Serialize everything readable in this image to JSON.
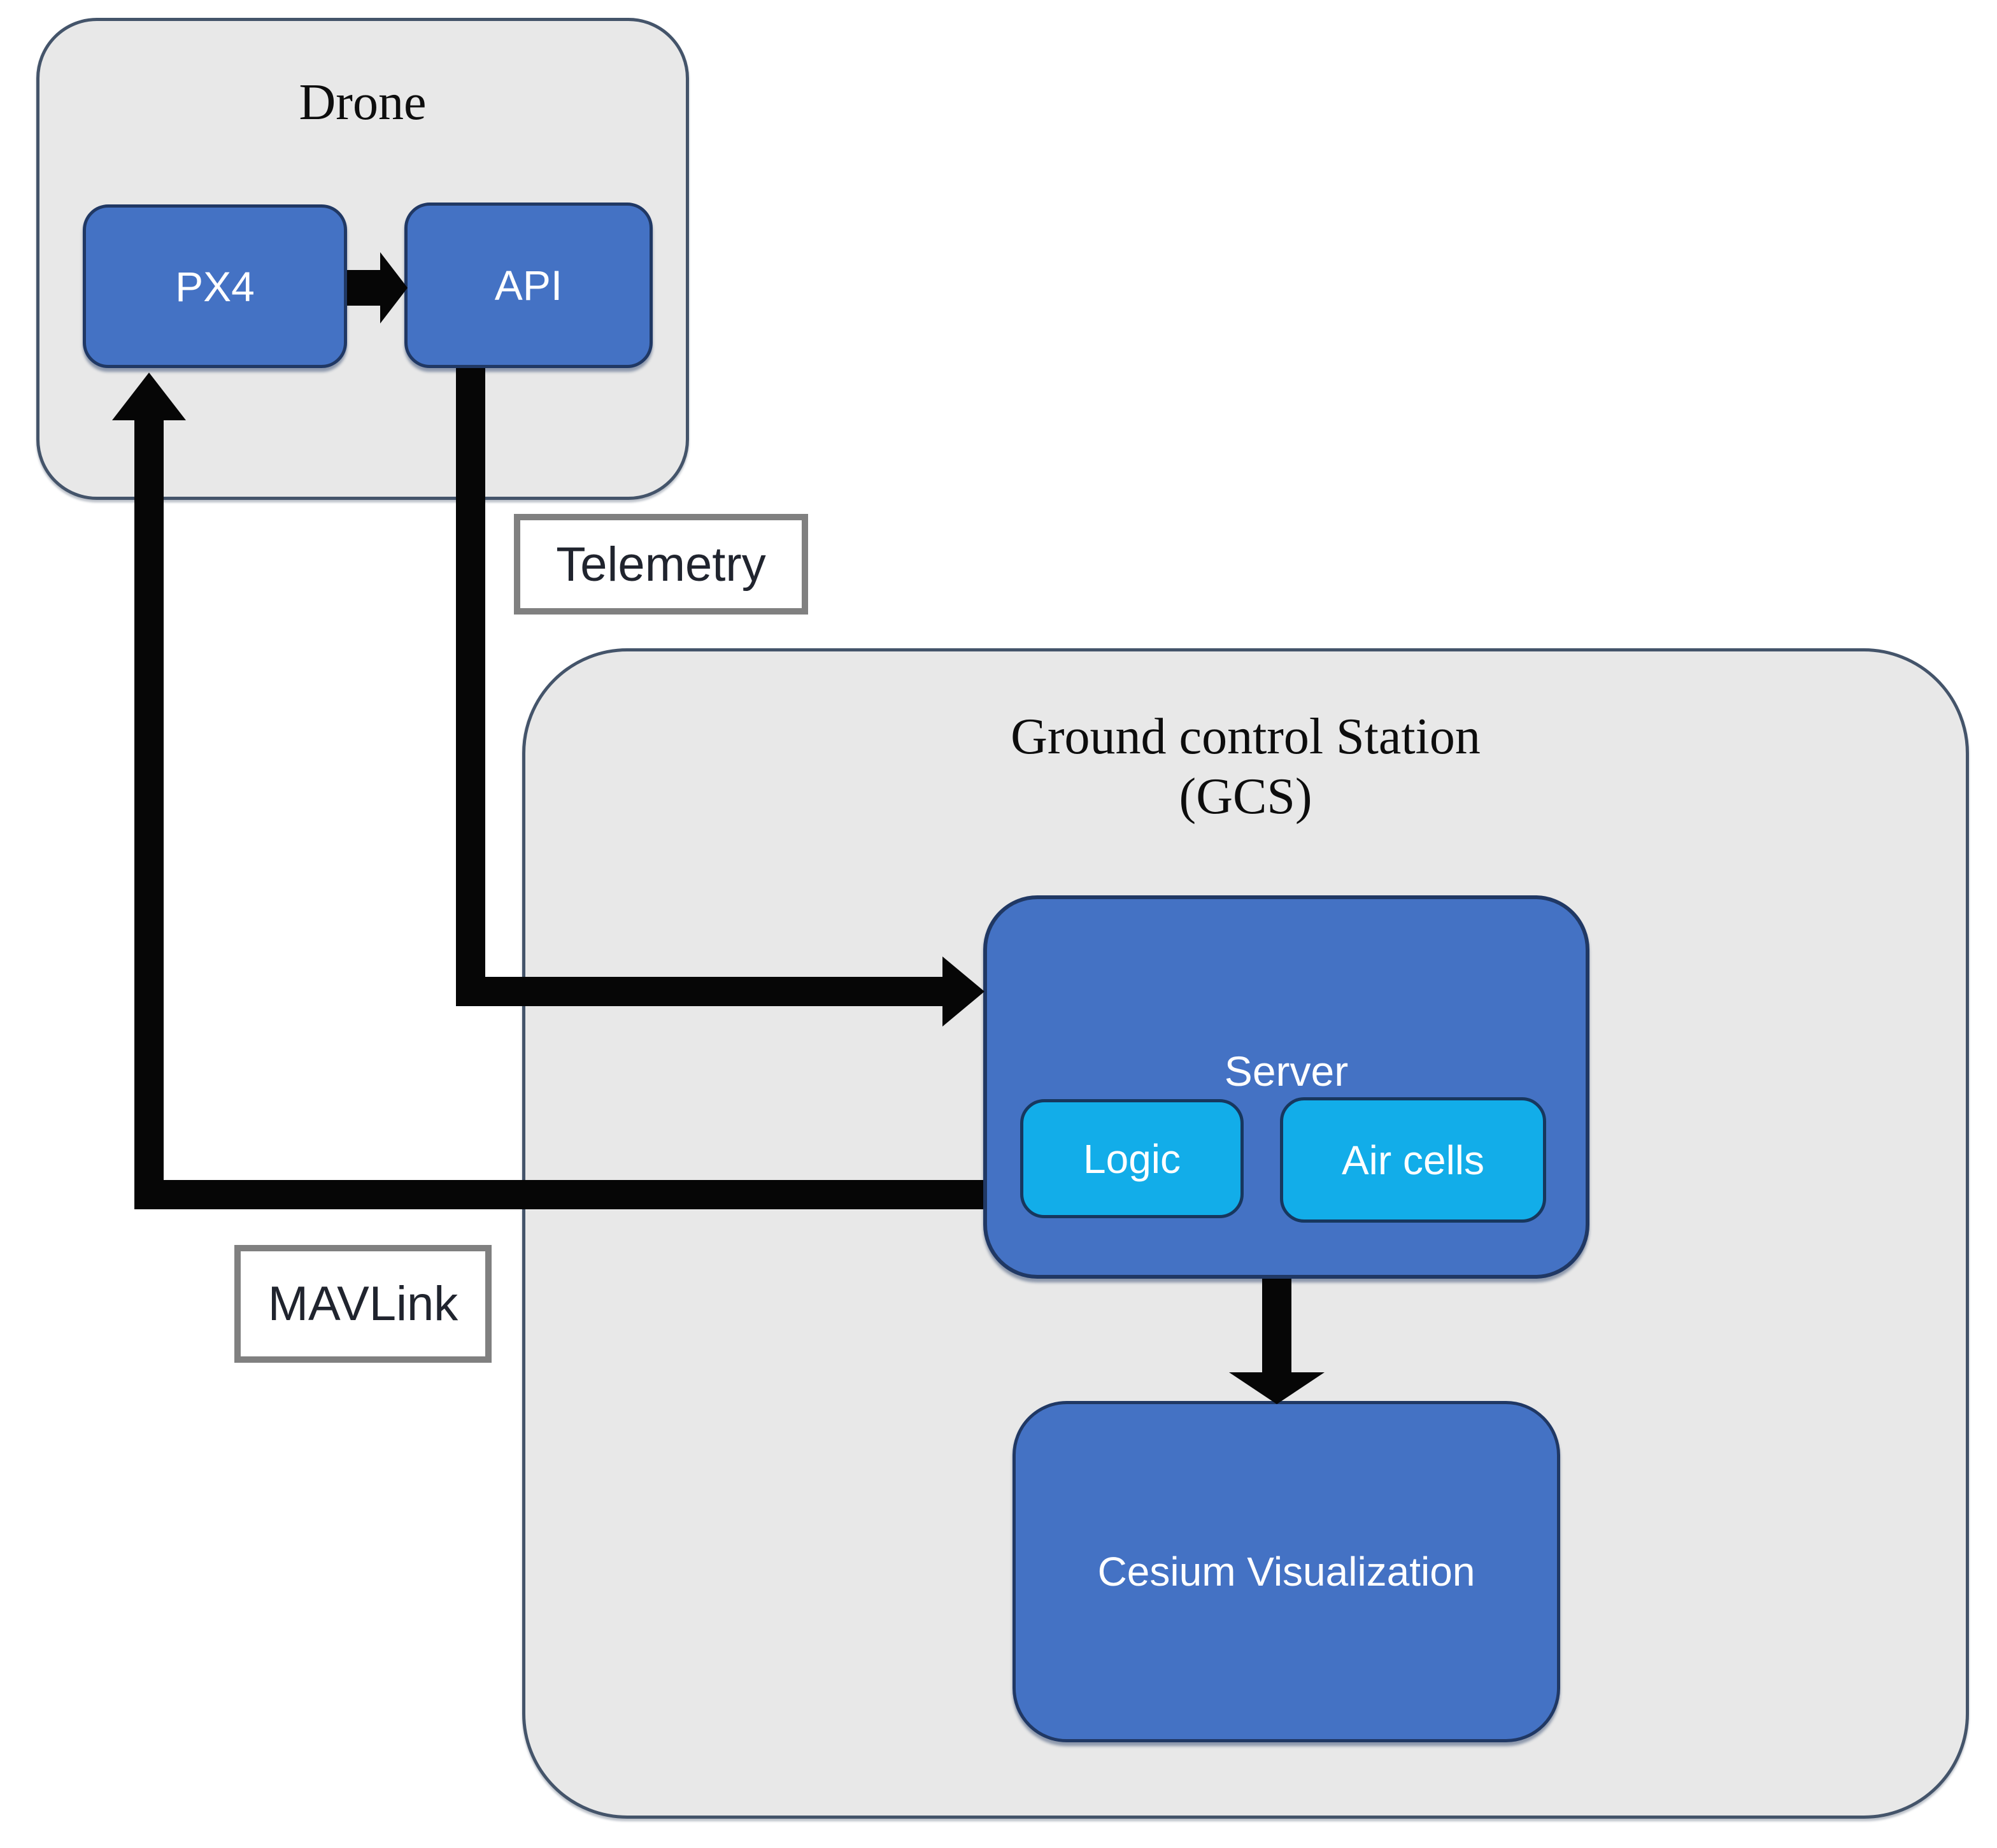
{
  "drone": {
    "title": "Drone",
    "nodes": {
      "px4": "PX4",
      "api": "API"
    }
  },
  "gcs": {
    "title": "Ground control Station",
    "subtitle": "(GCS)",
    "server": {
      "title": "Server",
      "logic": "Logic",
      "air_cells": "Air cells"
    },
    "cesium": "Cesium Visualization"
  },
  "edge_labels": {
    "telemetry": "Telemetry",
    "mavlink": "MAVLink"
  },
  "connections": [
    {
      "from": "PX4",
      "to": "API",
      "label": ""
    },
    {
      "from": "API",
      "to": "Server",
      "label": "Telemetry"
    },
    {
      "from": "Server",
      "to": "PX4",
      "label": "MAVLink"
    },
    {
      "from": "Server",
      "to": "Cesium Visualization",
      "label": ""
    }
  ],
  "colors": {
    "background": "#ffffff",
    "container_fill": "#e8e8e8",
    "container_border": "#44546a",
    "node_fill": "#4472c4",
    "node_border": "#203864",
    "subnode_fill": "#12ade9",
    "subnode_border": "#17375e",
    "node_text": "#ffffff",
    "title_text": "#0d0d0d",
    "edge_label_border": "#808080",
    "edge_label_text": "#20242e",
    "arrow": "#060606"
  }
}
